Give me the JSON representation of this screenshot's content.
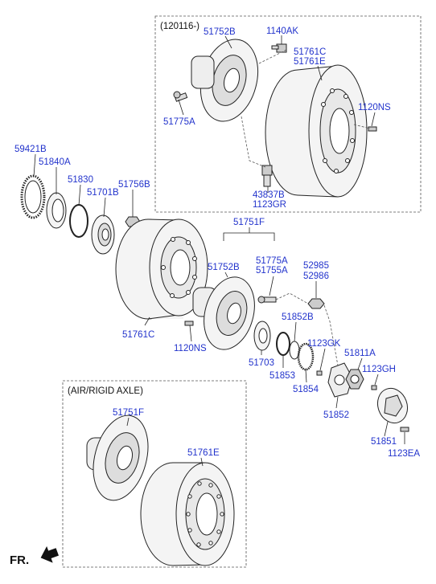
{
  "groups": {
    "top_variant": "(120116-)",
    "bottom_variant": "(AIR/RIGID AXLE)"
  },
  "labels": {
    "p51752B_top": "51752B",
    "p1140AK": "1140AK",
    "p51761C_top": "51761C",
    "p51761E_top": "51761E",
    "p51775A_top": "51775A",
    "p1120NS_top": "1120NS",
    "p43837B": "43837B",
    "p1123GR": "1123GR",
    "p59421B": "59421B",
    "p51840A": "51840A",
    "p51830": "51830",
    "p51701B": "51701B",
    "p51756B": "51756B",
    "p51751F_mid": "51751F",
    "p51752B_mid": "51752B",
    "p51775A_mid": "51775A",
    "p51755A": "51755A",
    "p52985": "52985",
    "p52986": "52986",
    "p51852B": "51852B",
    "p1123GK": "1123GK",
    "p51811A": "51811A",
    "p1123GH": "1123GH",
    "p51761C_mid": "51761C",
    "p1120NS_mid": "1120NS",
    "p51703": "51703",
    "p51853": "51853",
    "p51854": "51854",
    "p51852": "51852",
    "p51851": "51851",
    "p1123EA": "1123EA",
    "p51751F_bot": "51751F",
    "p51761E_bot": "51761E"
  },
  "direction": {
    "label": "FR."
  },
  "colors": {
    "part_number": "#2233cc",
    "line": "#222222"
  }
}
